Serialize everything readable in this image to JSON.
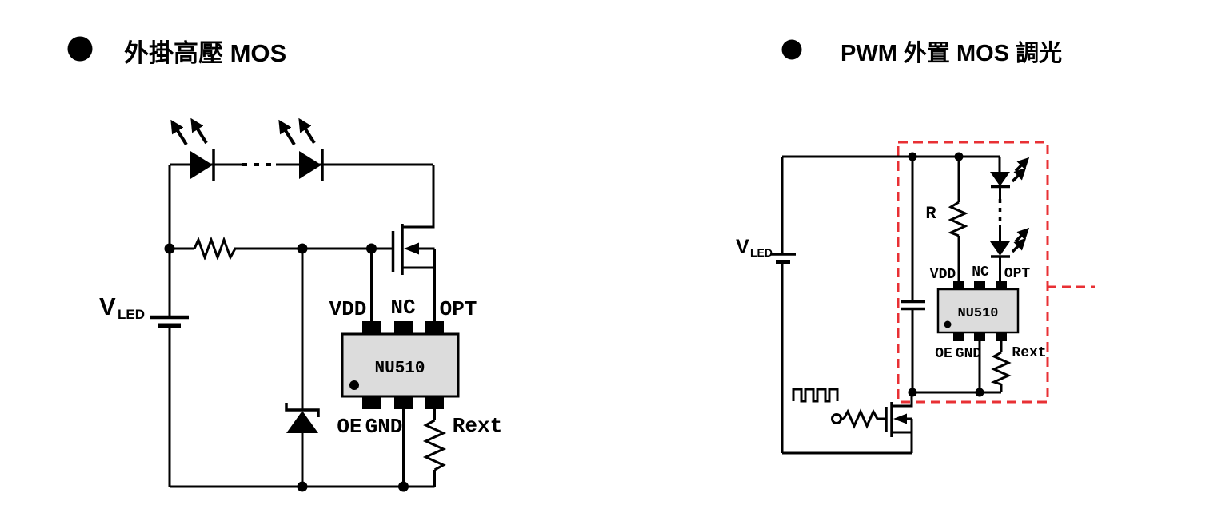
{
  "titles": {
    "left": "外掛高壓 MOS",
    "right": "PWM 外置 MOS 調光"
  },
  "left_circuit": {
    "supply_main": "V",
    "supply_sub": "LED",
    "chip_name": "NU510",
    "pin_vdd": "VDD",
    "pin_nc": "NC",
    "pin_opt": "OPT",
    "pin_oe": "OE",
    "pin_gnd": "GND",
    "resistor_rext": "Rext"
  },
  "right_circuit": {
    "supply_main": "V",
    "supply_sub": "LED",
    "resistor_r": "R",
    "chip_name": "NU510",
    "pin_vdd": "VDD",
    "pin_nc": "NC",
    "pin_opt": "OPT",
    "pin_oe": "OE",
    "pin_gnd": "GND",
    "resistor_rext": "Rext"
  },
  "colors": {
    "wire": "#000000",
    "chip_fill": "#dcdcdc",
    "chip_border": "#000000",
    "highlight_red": "#e83034",
    "background": "#ffffff"
  }
}
